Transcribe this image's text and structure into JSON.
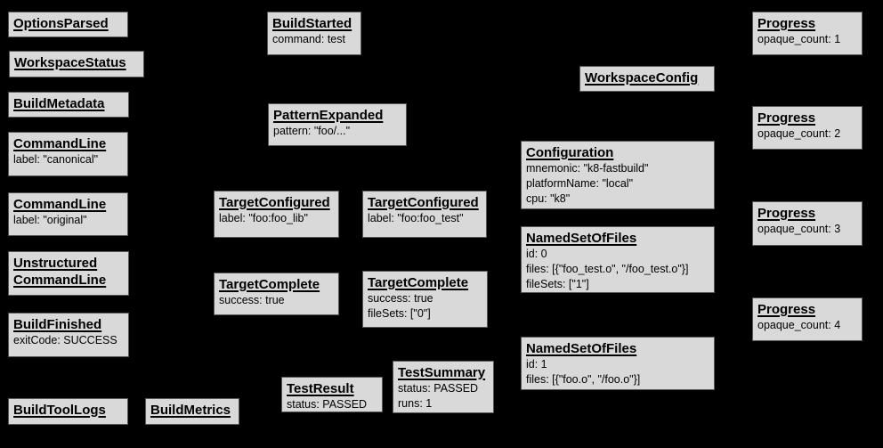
{
  "diagram": {
    "background_color": "#000000",
    "box_fill_color": "#d9d9d9",
    "box_border_color": "#565656",
    "text_color": "#000000"
  },
  "nodes": [
    {
      "title": "OptionsParsed",
      "lines": []
    },
    {
      "title": "WorkspaceStatus",
      "lines": []
    },
    {
      "title": "BuildMetadata",
      "lines": []
    },
    {
      "title": "CommandLine",
      "lines": [
        "label: \"canonical\""
      ]
    },
    {
      "title": "CommandLine",
      "lines": [
        "label: \"original\""
      ]
    },
    {
      "title": "Unstructured\nCommandLine",
      "lines": []
    },
    {
      "title": "BuildFinished",
      "lines": [
        "exitCode: SUCCESS"
      ]
    },
    {
      "title": "BuildToolLogs",
      "lines": []
    },
    {
      "title": "BuildMetrics",
      "lines": []
    },
    {
      "title": "BuildStarted",
      "lines": [
        "command: test"
      ]
    },
    {
      "title": "PatternExpanded",
      "lines": [
        "pattern: \"foo/...\""
      ]
    },
    {
      "title": "TargetConfigured",
      "lines": [
        "label: \"foo:foo_lib\""
      ]
    },
    {
      "title": "TargetConfigured",
      "lines": [
        "label: \"foo:foo_test\""
      ]
    },
    {
      "title": "TargetComplete",
      "lines": [
        "success: true"
      ]
    },
    {
      "title": "TargetComplete",
      "lines": [
        "success: true",
        "fileSets: [\"0\"]"
      ]
    },
    {
      "title": "TestResult",
      "lines": [
        "status: PASSED"
      ]
    },
    {
      "title": "TestSummary",
      "lines": [
        "status: PASSED",
        "runs: 1"
      ]
    },
    {
      "title": "WorkspaceConfig",
      "lines": []
    },
    {
      "title": "Configuration",
      "lines": [
        "mnemonic: \"k8-fastbuild\"",
        "platformName: \"local\"",
        "cpu: \"k8\""
      ]
    },
    {
      "title": "NamedSetOfFiles",
      "lines": [
        "id: 0",
        "files: [{\"foo_test.o\", \"/foo_test.o\"}]",
        "fileSets: [\"1\"]"
      ]
    },
    {
      "title": "NamedSetOfFiles",
      "lines": [
        "id: 1",
        "files: [{\"foo.o\", \"/foo.o\"}]"
      ]
    },
    {
      "title": "Progress",
      "lines": [
        "opaque_count: 1"
      ]
    },
    {
      "title": "Progress",
      "lines": [
        "opaque_count: 2"
      ]
    },
    {
      "title": "Progress",
      "lines": [
        "opaque_count: 3"
      ]
    },
    {
      "title": "Progress",
      "lines": [
        "opaque_count: 4"
      ]
    }
  ]
}
